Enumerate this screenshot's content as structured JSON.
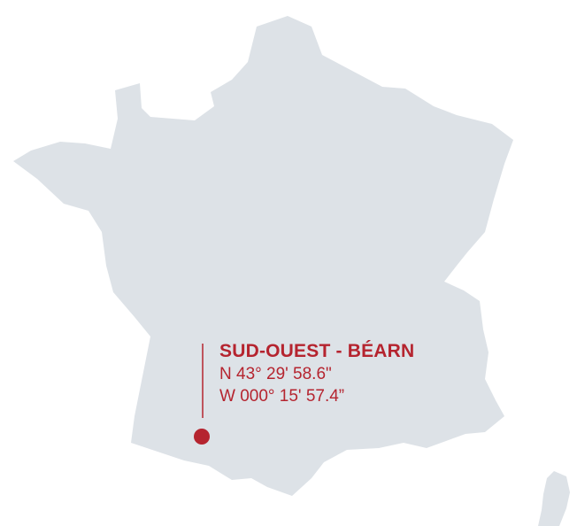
{
  "map": {
    "land_color": "#dde2e7",
    "background_color": "#ffffff",
    "accent_color": "#b5242f"
  },
  "location": {
    "region": "SUD-OUEST - BÉARN",
    "latitude": "N 43° 29' 58.6\"",
    "longitude": "W 000° 15' 57.4”"
  }
}
